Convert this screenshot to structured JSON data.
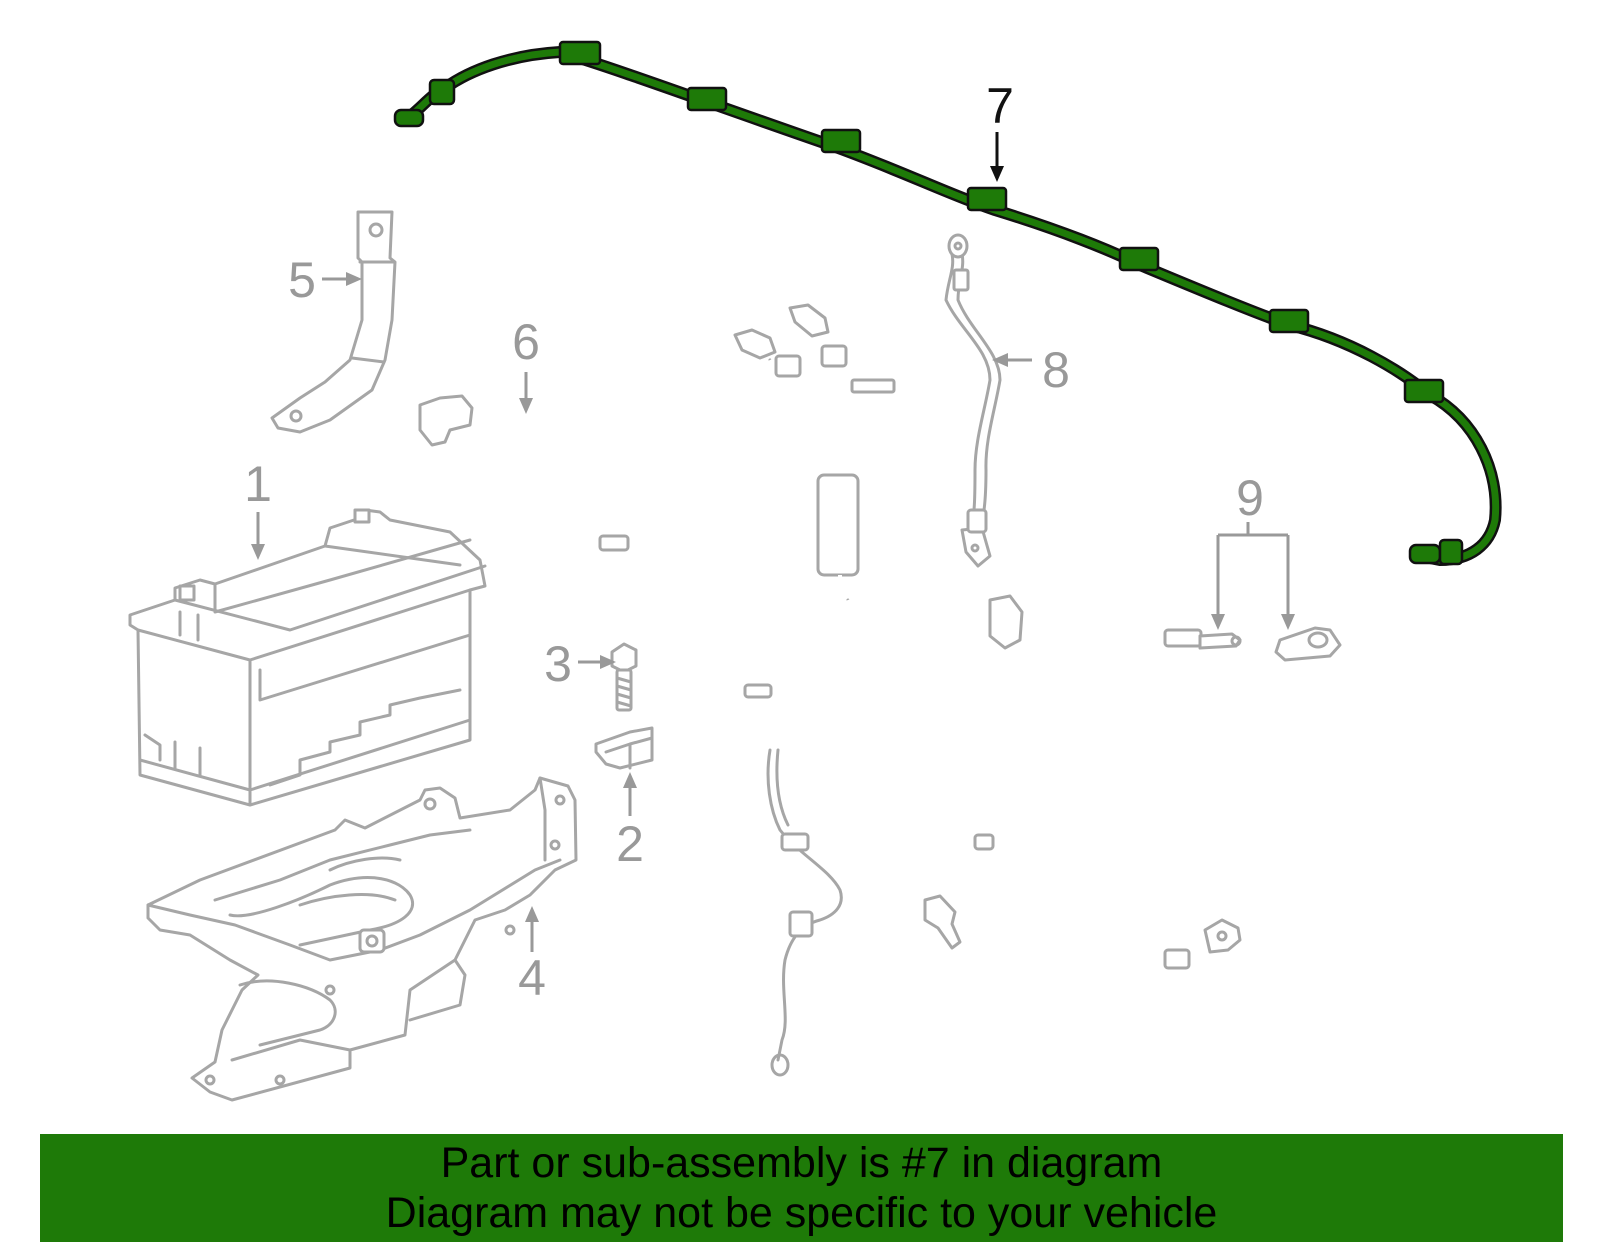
{
  "diagram": {
    "highlight_color": "#1e7a08",
    "part_color": "#a6a6a6",
    "callouts": [
      {
        "id": "1",
        "label": "1"
      },
      {
        "id": "2",
        "label": "2"
      },
      {
        "id": "3",
        "label": "3"
      },
      {
        "id": "4",
        "label": "4"
      },
      {
        "id": "5",
        "label": "5"
      },
      {
        "id": "6",
        "label": "6"
      },
      {
        "id": "7",
        "label": "7",
        "highlighted": true
      },
      {
        "id": "8",
        "label": "8"
      },
      {
        "id": "9",
        "label": "9"
      }
    ]
  },
  "banner": {
    "line1": "Part or sub-assembly is #7 in diagram",
    "line2": "Diagram may not be specific to your vehicle",
    "background": "#1e7a08"
  }
}
